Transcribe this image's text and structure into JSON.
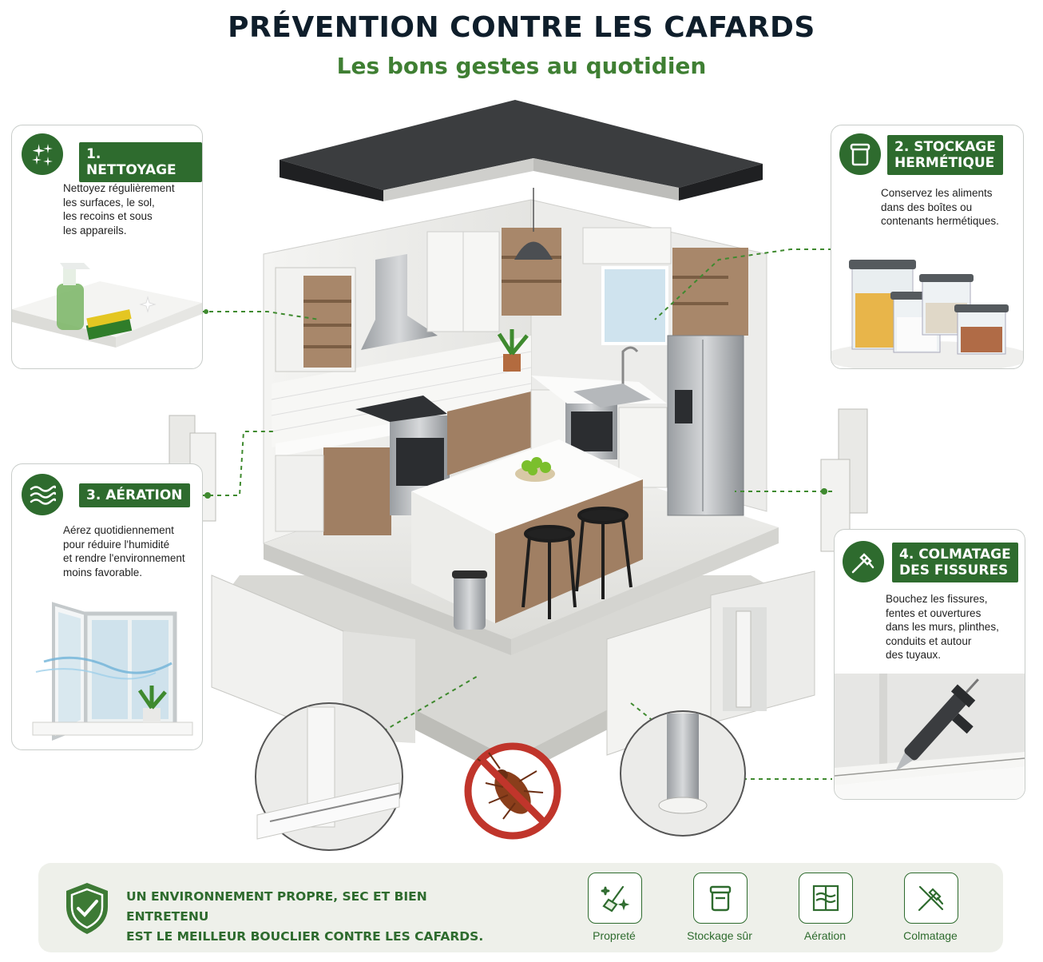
{
  "header": {
    "title": "PRÉVENTION CONTRE LES CAFARDS",
    "subtitle": "Les bons gestes au quotidien"
  },
  "cards": {
    "cleaning": {
      "label": "1. NETTOYAGE",
      "text": "Nettoyez régulièrement\nles surfaces, le sol,\nles recoins et sous\nles appareils.",
      "icon": "sparkle-icon"
    },
    "storage": {
      "label": "2. STOCKAGE\nHERMÉTIQUE",
      "text": "Conservez les aliments\ndans des boîtes ou\ncontenants hermétiques.",
      "icon": "container-icon"
    },
    "aeration": {
      "label": "3. AÉRATION",
      "text": "Aérez quotidiennement\npour réduire l'humidité\net rendre l'environnement\nmoins favorable.",
      "icon": "wind-waves-icon"
    },
    "sealing": {
      "label": "4. COLMATAGE\nDES FISSURES",
      "text": "Bouchez les fissures,\nfentes et ouvertures\ndans les murs, plinthes,\nconduits et autour\ndes tuyaux.",
      "icon": "caulk-gun-icon"
    }
  },
  "footer": {
    "slogan": "UN ENVIRONNEMENT PROPRE, SEC ET BIEN ENTRETENU\nEST LE MEILLEUR BOUCLIER CONTRE LES CAFARDS.",
    "items": [
      {
        "label": "Propreté",
        "icon": "broom-sparkle-icon"
      },
      {
        "label": "Stockage sûr",
        "icon": "container-icon"
      },
      {
        "label": "Aération",
        "icon": "window-wind-icon"
      },
      {
        "label": "Colmatage",
        "icon": "caulk-gun-icon"
      }
    ]
  },
  "colors": {
    "accent_green": "#2e6b2e",
    "subtitle_green": "#3f7f33",
    "title_navy": "#0f1e2b",
    "no_sign_red": "#c0352b"
  }
}
